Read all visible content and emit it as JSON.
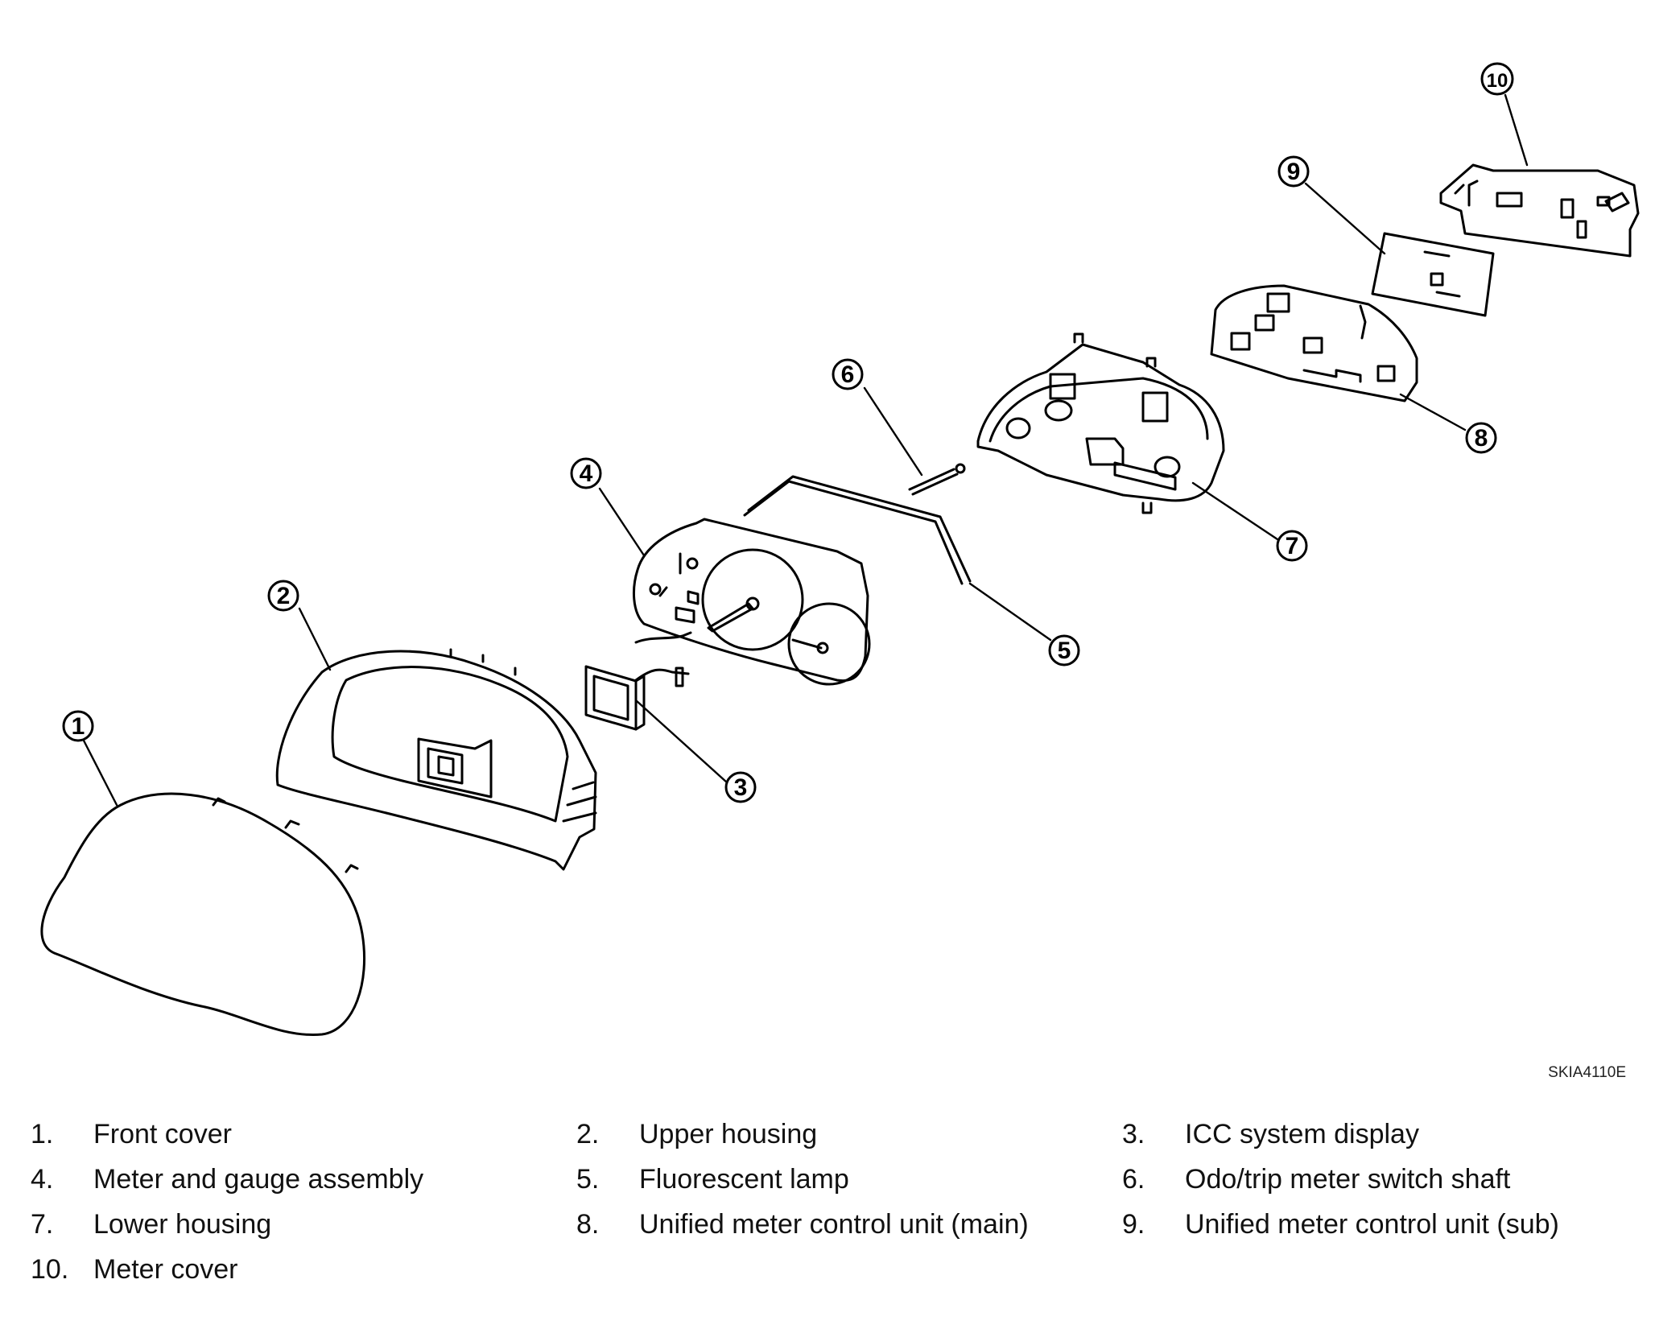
{
  "figure_code": "SKIA4110E",
  "callouts": [
    "1",
    "2",
    "3",
    "4",
    "5",
    "6",
    "7",
    "8",
    "9",
    "10"
  ],
  "legend": [
    {
      "num": "1.",
      "label": "Front cover"
    },
    {
      "num": "2.",
      "label": "Upper housing"
    },
    {
      "num": "3.",
      "label": "ICC system display"
    },
    {
      "num": "4.",
      "label": "Meter and gauge assembly"
    },
    {
      "num": "5.",
      "label": "Fluorescent lamp"
    },
    {
      "num": "6.",
      "label": "Odo/trip meter switch shaft"
    },
    {
      "num": "7.",
      "label": "Lower housing"
    },
    {
      "num": "8.",
      "label": "Unified meter control unit (main)"
    },
    {
      "num": "9.",
      "label": "Unified meter control unit (sub)"
    },
    {
      "num": "10.",
      "label": "Meter cover"
    }
  ]
}
